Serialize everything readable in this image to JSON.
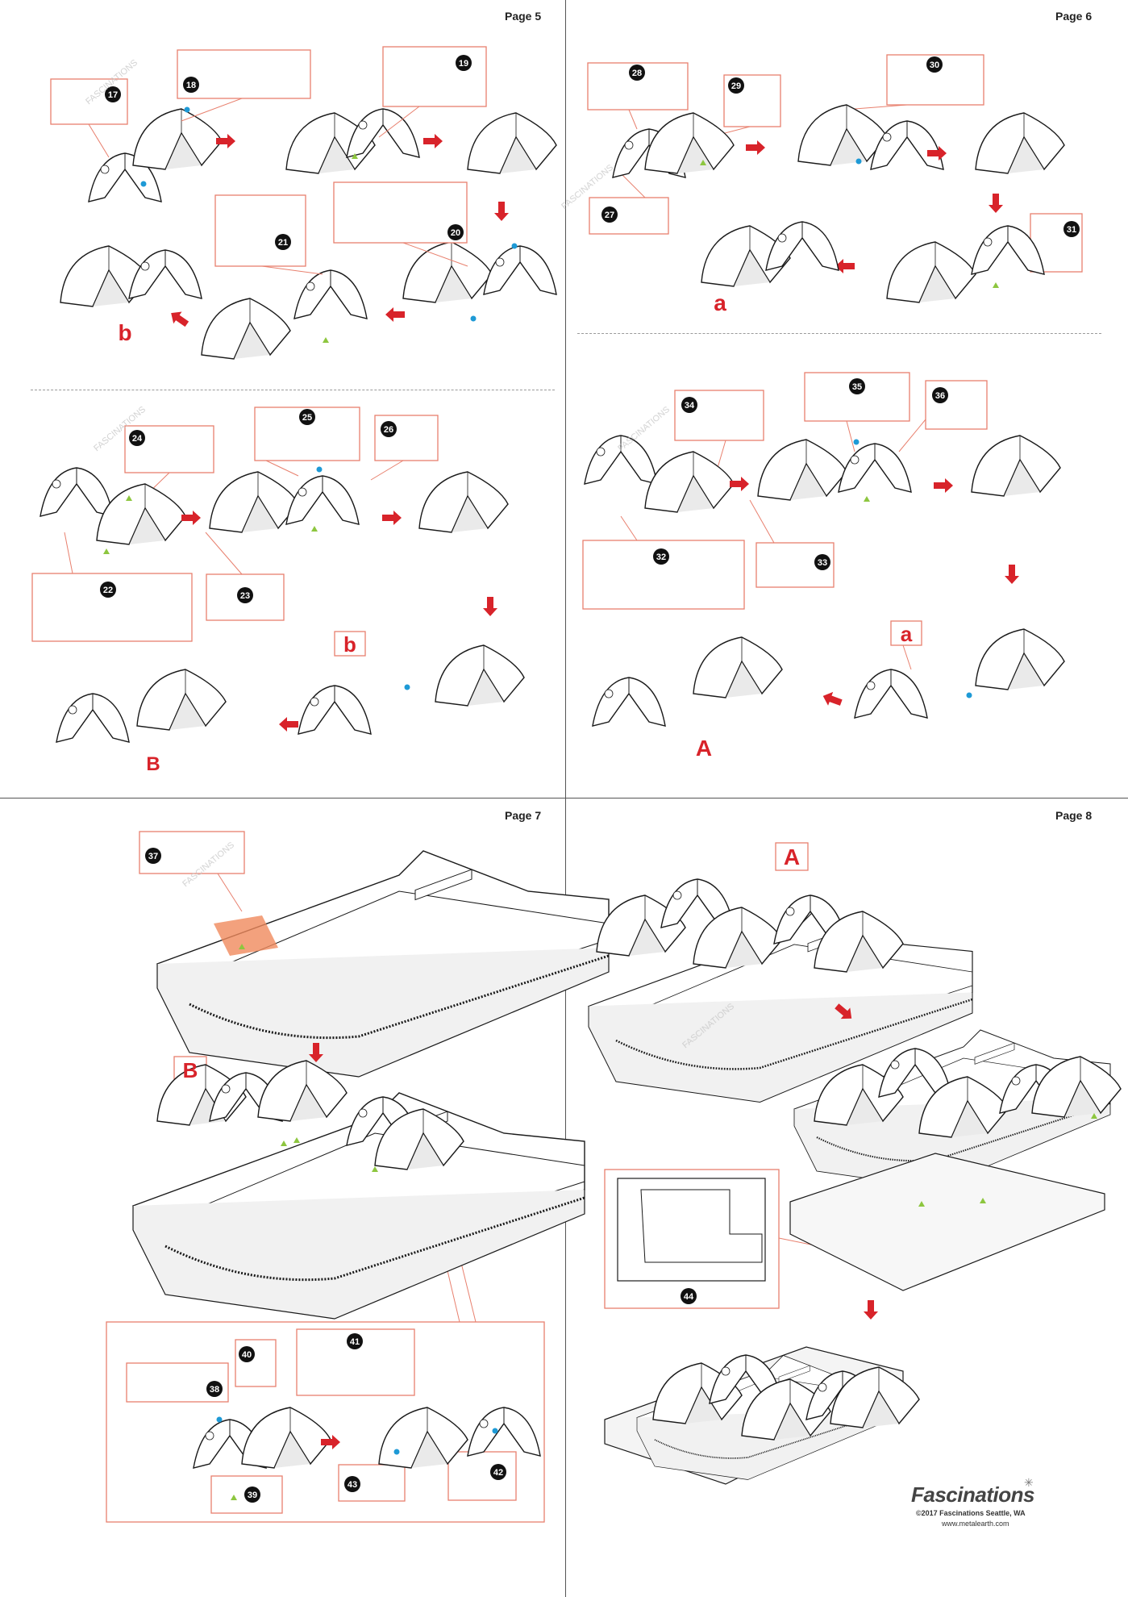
{
  "pages": {
    "p5": "Page 5",
    "p6": "Page 6",
    "p7": "Page 7",
    "p8": "Page 8"
  },
  "watermark": "FASCINATIONS",
  "callouts": {
    "n17": "17",
    "n18": "18",
    "n19": "19",
    "n20": "20",
    "n21": "21",
    "n22": "22",
    "n23": "23",
    "n24": "24",
    "n25": "25",
    "n26": "26",
    "n27": "27",
    "n28": "28",
    "n29": "29",
    "n30": "30",
    "n31": "31",
    "n32": "32",
    "n33": "33",
    "n34": "34",
    "n35": "35",
    "n36": "36",
    "n37": "37",
    "n38": "38",
    "n39": "39",
    "n40": "40",
    "n41": "41",
    "n42": "42",
    "n43": "43",
    "n44": "44"
  },
  "labels": {
    "b_lower": "b",
    "a_lower": "a",
    "B_upper": "B",
    "A_upper": "A"
  },
  "footer": {
    "brand": "Fascinations",
    "copyright": "©2017 Fascinations Seattle, WA",
    "url": "www.metalearth.com"
  },
  "colors": {
    "accent_red": "#d8232a",
    "callout_border": "#e8806e",
    "marker_blue": "#1e9ad6",
    "marker_green": "#8dc63f",
    "line": "#1a1a1a",
    "highlight_orange": "#f08a5d"
  }
}
